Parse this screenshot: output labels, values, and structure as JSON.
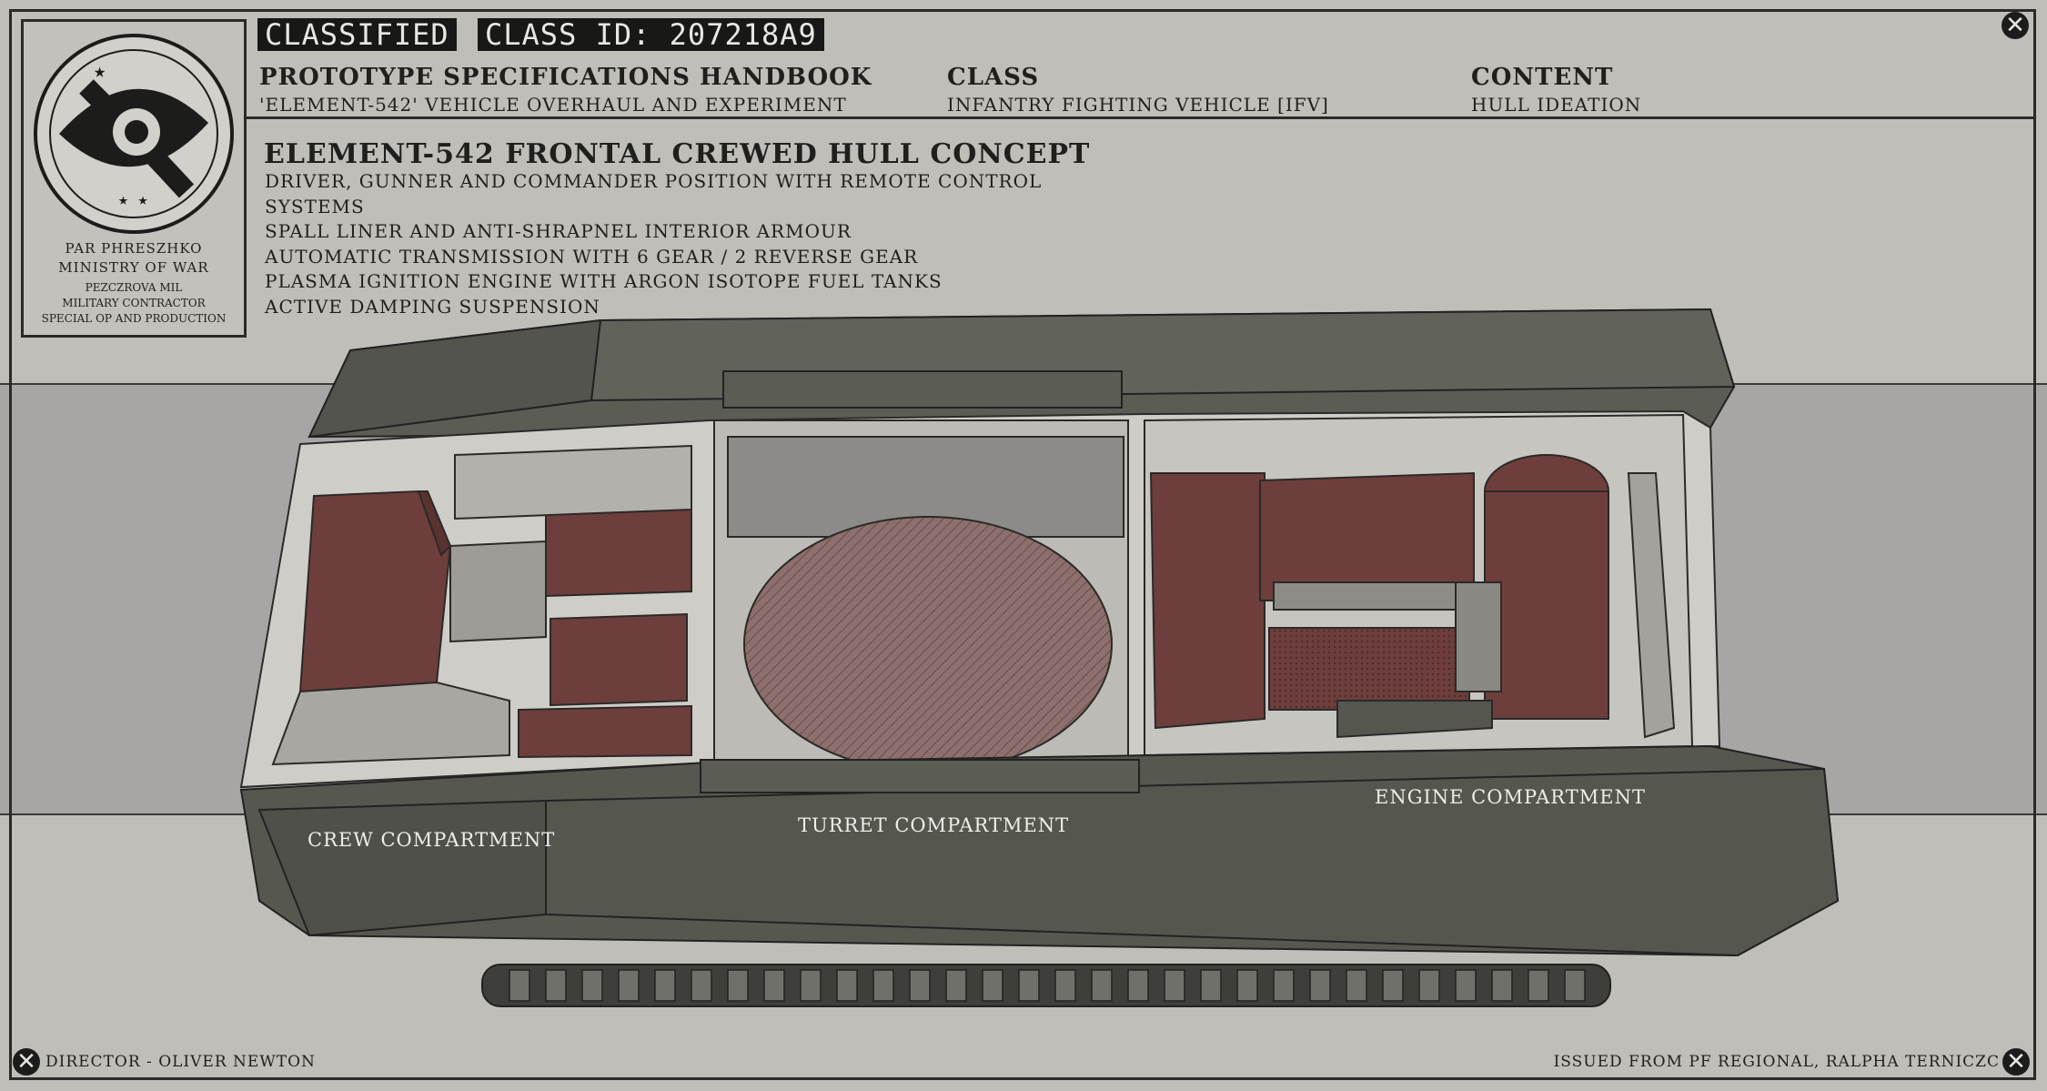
{
  "header": {
    "classified_tag": "CLASSIFIED",
    "class_id_tag": "CLASS ID: 207218A9",
    "col1_title": "PROTOTYPE SPECIFICATIONS HANDBOOK",
    "col1_value": "'ELEMENT-542' VEHICLE OVERHAUL AND EXPERIMENT",
    "col2_title": "CLASS",
    "col2_value": "INFANTRY FIGHTING VEHICLE [IFV]",
    "col3_title": "CONTENT",
    "col3_value": "HULL IDEATION"
  },
  "seal": {
    "line1": "PAR PHRESZHKO",
    "line2": "MINISTRY OF WAR",
    "line3": "PEZCZROVA MIL",
    "line4": "MILITARY CONTRACTOR",
    "line5": "SPECIAL OP AND PRODUCTION"
  },
  "spec": {
    "title": "ELEMENT-542 FRONTAL CREWED HULL CONCEPT",
    "items": [
      "DRIVER, GUNNER AND COMMANDER POSITION WITH REMOTE CONTROL",
      "SYSTEMS",
      "SPALL LINER AND ANTI-SHRAPNEL INTERIOR ARMOUR",
      "AUTOMATIC TRANSMISSION WITH 6 GEAR / 2 REVERSE GEAR",
      "PLASMA IGNITION ENGINE WITH ARGON ISOTOPE FUEL TANKS",
      "ACTIVE DAMPING SUSPENSION"
    ]
  },
  "compartments": {
    "crew": "CREW COMPARTMENT",
    "turret": "TURRET COMPARTMENT",
    "engine": "ENGINE COMPARTMENT"
  },
  "footer": {
    "director": "DIRECTOR - OLIVER NEWTON",
    "issued": "ISSUED FROM PF REGIONAL, RALPHA TERNICZC"
  },
  "icons": {
    "close": "close-icon",
    "seal": "ministry-seal-icon"
  },
  "colors": {
    "paper": "#c0beb9",
    "band": "#a7a6a4",
    "hull": "#55574f",
    "interior_red": "#6e3e3c",
    "tag_bg": "#181817"
  }
}
